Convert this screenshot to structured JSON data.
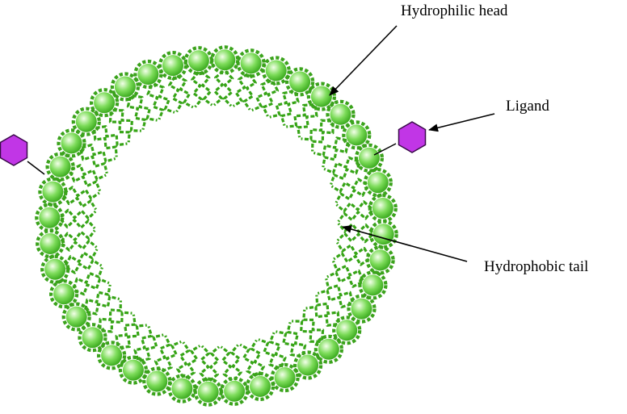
{
  "diagram": {
    "labels": {
      "hydrophilic_head": "Hydrophilic head",
      "ligand": "Ligand",
      "hydrophobic_tail": "Hydrophobic tail"
    },
    "colors": {
      "head_fill": "#7ddc5a",
      "head_highlight": "#f2ffe8",
      "head_border": "#3ba31c",
      "tail": "#36a416",
      "ligand_fill": "#c136e6",
      "ligand_stroke": "#3a0b4a",
      "arrow": "#000000"
    },
    "icons": {
      "head": "circle-head-icon",
      "ligand": "hexagon-ligand-icon"
    }
  }
}
